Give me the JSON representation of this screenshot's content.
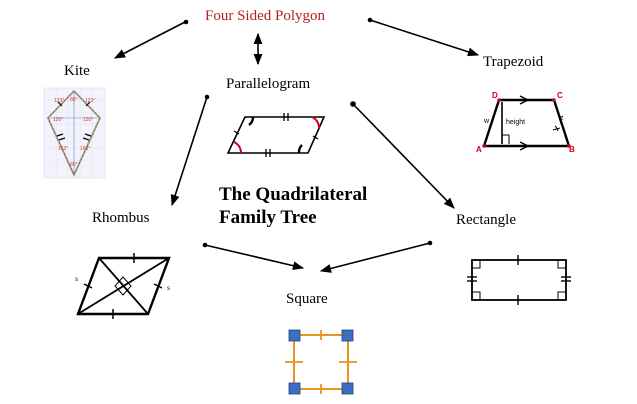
{
  "diagram": {
    "title_line1": "The Quadrilateral",
    "title_line2": "Family Tree",
    "nodes": {
      "root": "Four Sided Polygon",
      "kite": "Kite",
      "parallelogram": "Parallelogram",
      "trapezoid": "Trapezoid",
      "rhombus": "Rhombus",
      "rectangle": "Rectangle",
      "square": "Square"
    },
    "trapezoid_labels": {
      "vertex_a": "A",
      "vertex_b": "B",
      "vertex_c": "C",
      "vertex_d": "D",
      "side_w": "w",
      "side_z": "z",
      "height": "height"
    },
    "rhombus_labels": {
      "side_left": "s",
      "side_right": "s"
    },
    "kite_labels": {
      "angle_top_left": "123°",
      "angle_top_mid": "80°",
      "angle_top_right": "123°",
      "angle_mid_left": "120°",
      "angle_mid_right": "120°",
      "angle_bot_left": "163°",
      "angle_bot_right": "163°",
      "angle_bottom": "80°"
    },
    "colors": {
      "root_text": "#b0231a",
      "accent_red": "#d0021b",
      "square_blue": "#3a6fc2",
      "square_orange": "#e8941e"
    }
  }
}
